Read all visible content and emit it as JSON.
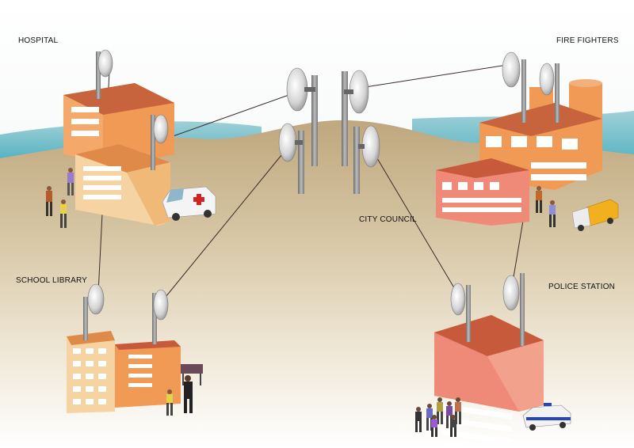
{
  "labels": {
    "hospital": "HOSPITAL",
    "fire_fighters": "FIRE FIGHTERS",
    "city_council": "CITY COUNCIL",
    "school_library": "SCHOOL LIBRARY",
    "police_station": "POLICE STATION"
  },
  "colors": {
    "sky": "#c9dce0",
    "water": "#3aa7b8",
    "ground": "#c2ac85",
    "building_orange": "#f19a5b",
    "building_light": "#f6d3a2",
    "building_pink": "#ef8a78",
    "roof": "#c65a3a",
    "mast": "#8a8a8a",
    "link_line": "#3a2a2a"
  },
  "sites": [
    "hospital",
    "fire-fighters",
    "city-council",
    "school-library",
    "police-station"
  ],
  "links": [
    {
      "from": "hospital",
      "to": "city-council"
    },
    {
      "from": "fire-fighters",
      "to": "city-council"
    },
    {
      "from": "city-council",
      "to": "school-library"
    },
    {
      "from": "city-council",
      "to": "police-station"
    },
    {
      "from": "hospital",
      "to": "school-library"
    },
    {
      "from": "fire-fighters",
      "to": "police-station"
    }
  ]
}
